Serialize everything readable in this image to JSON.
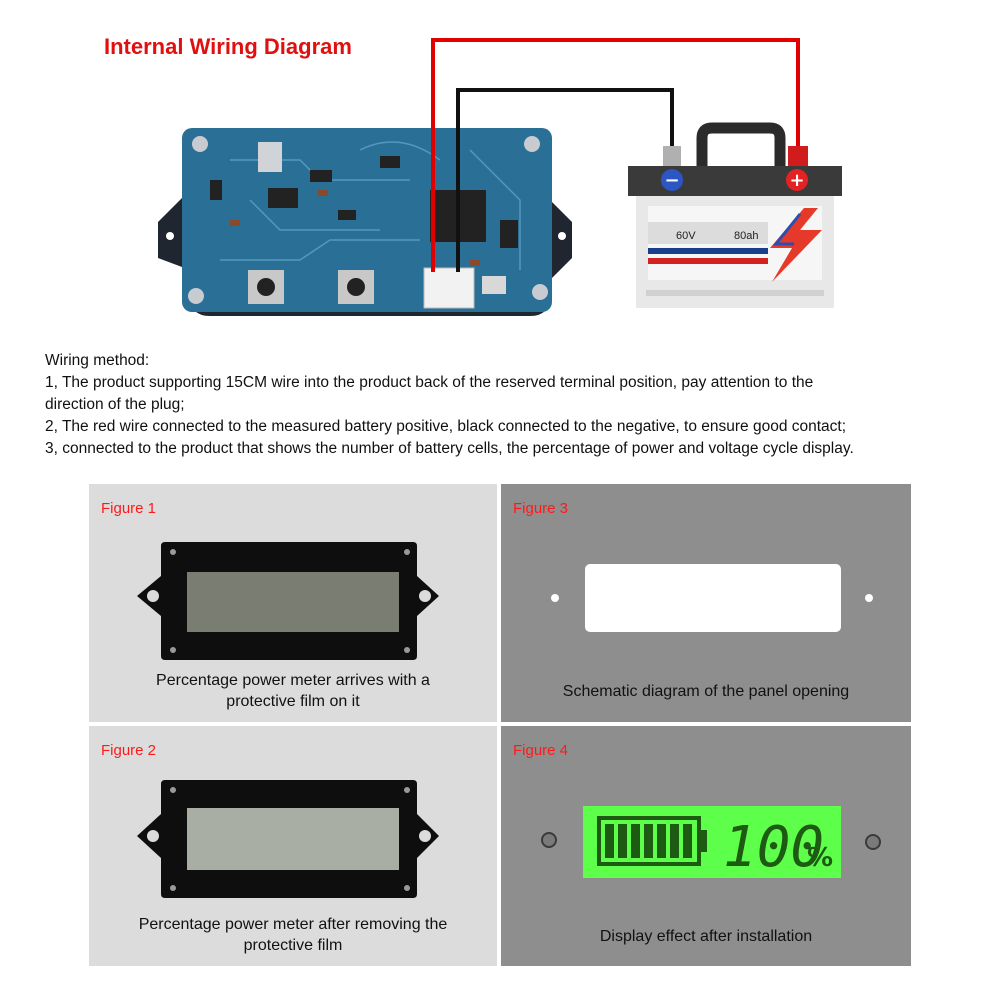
{
  "header": {
    "title": "Internal Wiring Diagram"
  },
  "battery": {
    "voltage_label": "60V",
    "capacity_label": "80ah",
    "negative_symbol": "−",
    "positive_symbol": "+"
  },
  "instructions": {
    "heading": "Wiring method:",
    "lines": [
      "1, The product supporting 15CM wire into the product back of the reserved terminal position, pay attention to the",
      "direction of the plug;",
      "2, The red wire connected to the measured battery positive, black connected to the negative, to ensure good contact;",
      "3, connected to the product that shows the number of battery cells, the percentage of power and voltage cycle display."
    ]
  },
  "figures": [
    {
      "label": "Figure 1",
      "caption_lines": [
        "Percentage power meter arrives with a",
        "protective film on it"
      ]
    },
    {
      "label": "Figure 3",
      "caption_lines": [
        "Schematic diagram of the panel opening"
      ]
    },
    {
      "label": "Figure 2",
      "caption_lines": [
        "Percentage power meter after removing the",
        "protective film"
      ]
    },
    {
      "label": "Figure 4",
      "caption_lines": [
        "Display effect after installation"
      ],
      "display_reading": "100",
      "display_unit": "%"
    }
  ],
  "colors": {
    "title_red": "#e01010",
    "figure_label_red": "#ff1a1a",
    "wire_red": "#e00000",
    "wire_black": "#111111",
    "pcb_blue": "#2a6f96",
    "lcd_green": "#4cff3a"
  }
}
